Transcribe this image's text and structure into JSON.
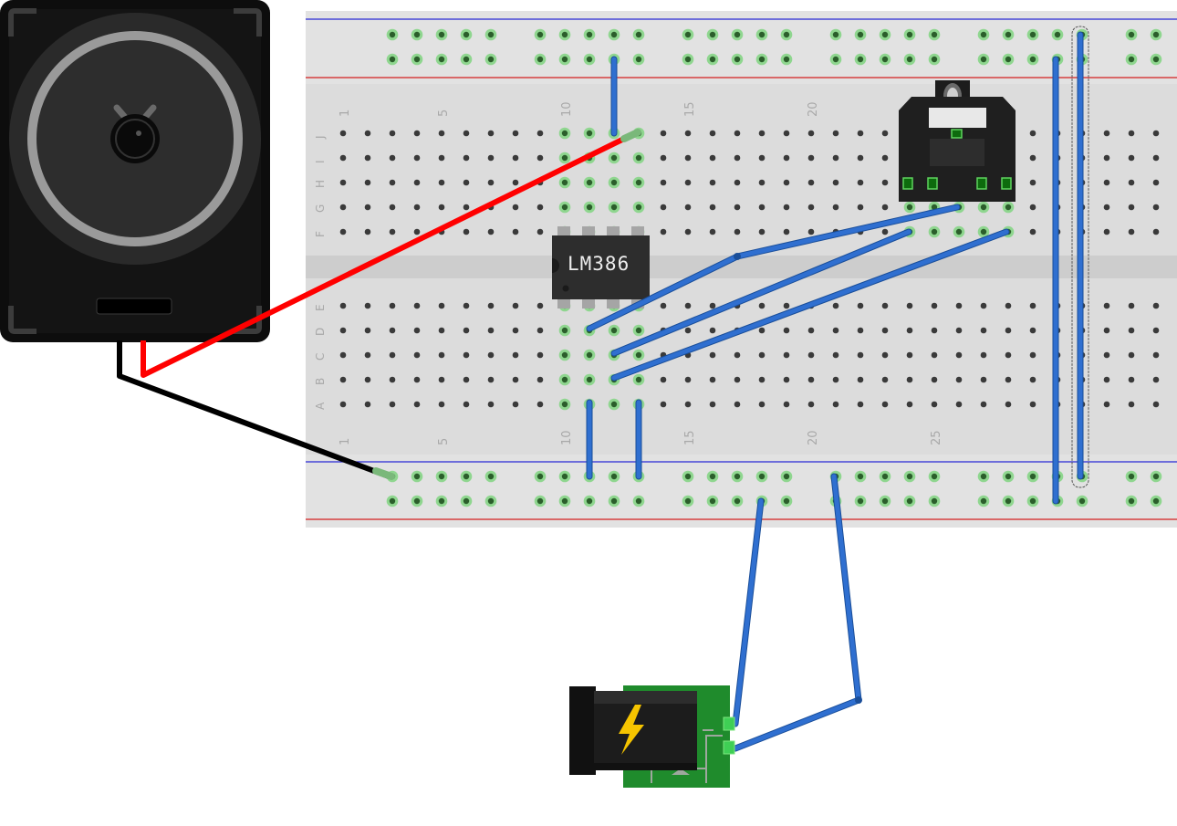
{
  "ic": {
    "label": "LM386"
  },
  "breadboard": {
    "column_numbers": [
      "1",
      "5",
      "10",
      "15",
      "20",
      "25"
    ],
    "row_letters_top": [
      "J",
      "I",
      "H",
      "G",
      "F"
    ],
    "row_letters_bottom": [
      "E",
      "D",
      "C",
      "B",
      "A"
    ]
  },
  "colors": {
    "board": "#dcdcdc",
    "rail_blue": "#2a2ad6",
    "rail_red": "#d42020",
    "hole": "#3a3a3a",
    "hole_connected": "#8fd68f",
    "wire_blue": "#2f6fd0",
    "wire_red": "#ff0000",
    "wire_black": "#000000",
    "pcb_green": "#1f8b2c"
  },
  "components": {
    "speaker": "speaker",
    "audio_jack": "audio-jack",
    "power_jack": "dc-barrel-jack"
  }
}
